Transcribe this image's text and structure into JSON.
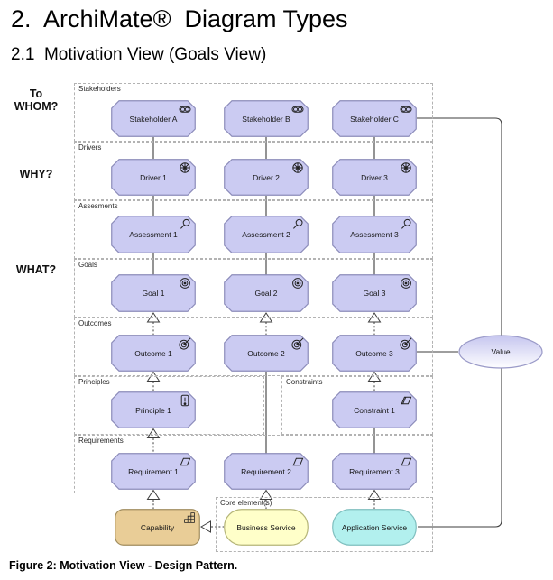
{
  "page": {
    "title": "2.  ArchiMate®  Diagram Types",
    "subtitle": "2.1  Motivation View (Goals View)",
    "caption": "Figure 2: Motivation View - Design Pattern."
  },
  "questions": {
    "whom_line1": "To",
    "whom_line2": "WHOM?",
    "why": "WHY?",
    "what": "WHAT?"
  },
  "diagram": {
    "group_labels": [
      "Stakeholders",
      "Drivers",
      "Assesments",
      "Goals",
      "Outcomes",
      "Principles",
      "Constraints",
      "Requirements",
      "Core element(s)"
    ],
    "nodes": [
      {
        "id": "stakeholder-a",
        "label": "Stakeholder A",
        "icon": "role-icon",
        "kind": "motivation"
      },
      {
        "id": "stakeholder-b",
        "label": "Stakeholder B",
        "icon": "role-icon",
        "kind": "motivation"
      },
      {
        "id": "stakeholder-c",
        "label": "Stakeholder C",
        "icon": "role-icon",
        "kind": "motivation"
      },
      {
        "id": "driver-1",
        "label": "Driver 1",
        "icon": "driver-wheel-icon",
        "kind": "motivation"
      },
      {
        "id": "driver-2",
        "label": "Driver 2",
        "icon": "driver-wheel-icon",
        "kind": "motivation"
      },
      {
        "id": "driver-3",
        "label": "Driver 3",
        "icon": "driver-wheel-icon",
        "kind": "motivation"
      },
      {
        "id": "assessment-1",
        "label": "Assessment 1",
        "icon": "magnifier-icon",
        "kind": "motivation"
      },
      {
        "id": "assessment-2",
        "label": "Assessment 2",
        "icon": "magnifier-icon",
        "kind": "motivation"
      },
      {
        "id": "assessment-3",
        "label": "Assessment 3",
        "icon": "magnifier-icon",
        "kind": "motivation"
      },
      {
        "id": "goal-1",
        "label": "Goal 1",
        "icon": "bullseye-icon",
        "kind": "motivation"
      },
      {
        "id": "goal-2",
        "label": "Goal 2",
        "icon": "bullseye-icon",
        "kind": "motivation"
      },
      {
        "id": "goal-3",
        "label": "Goal 3",
        "icon": "bullseye-icon",
        "kind": "motivation"
      },
      {
        "id": "outcome-1",
        "label": "Outcome 1",
        "icon": "target-arrow-icon",
        "kind": "motivation"
      },
      {
        "id": "outcome-2",
        "label": "Outcome 2",
        "icon": "target-arrow-icon",
        "kind": "motivation"
      },
      {
        "id": "outcome-3",
        "label": "Outcome 3",
        "icon": "target-arrow-icon",
        "kind": "motivation"
      },
      {
        "id": "principle-1",
        "label": "Principle 1",
        "icon": "exclamation-box-icon",
        "kind": "motivation"
      },
      {
        "id": "constraint-1",
        "label": "Constraint 1",
        "icon": "constraint-parallelogram-icon",
        "kind": "motivation"
      },
      {
        "id": "requirement-1",
        "label": "Requirement 1",
        "icon": "parallelogram-icon",
        "kind": "motivation"
      },
      {
        "id": "requirement-2",
        "label": "Requirement 2",
        "icon": "parallelogram-icon",
        "kind": "motivation"
      },
      {
        "id": "requirement-3",
        "label": "Requirement 3",
        "icon": "parallelogram-icon",
        "kind": "motivation"
      },
      {
        "id": "capability",
        "label": "Capability",
        "icon": "capability-blocks-icon",
        "kind": "capability"
      },
      {
        "id": "business-service",
        "label": "Business Service",
        "icon": "",
        "kind": "business-service"
      },
      {
        "id": "application-service",
        "label": "Application Service",
        "icon": "",
        "kind": "application-service"
      },
      {
        "id": "value",
        "label": "Value",
        "icon": "",
        "kind": "value"
      }
    ],
    "relationships": [
      {
        "from": "stakeholder-a",
        "to": "driver-1",
        "type": "association"
      },
      {
        "from": "stakeholder-b",
        "to": "driver-2",
        "type": "association"
      },
      {
        "from": "stakeholder-c",
        "to": "driver-3",
        "type": "association"
      },
      {
        "from": "driver-1",
        "to": "assessment-1",
        "type": "association"
      },
      {
        "from": "driver-2",
        "to": "assessment-2",
        "type": "association"
      },
      {
        "from": "driver-3",
        "to": "assessment-3",
        "type": "association"
      },
      {
        "from": "assessment-1",
        "to": "goal-1",
        "type": "association"
      },
      {
        "from": "assessment-2",
        "to": "goal-2",
        "type": "association"
      },
      {
        "from": "assessment-3",
        "to": "goal-3",
        "type": "association"
      },
      {
        "from": "outcome-1",
        "to": "goal-1",
        "type": "realization"
      },
      {
        "from": "outcome-2",
        "to": "goal-2",
        "type": "realization"
      },
      {
        "from": "outcome-3",
        "to": "goal-3",
        "type": "realization"
      },
      {
        "from": "principle-1",
        "to": "outcome-1",
        "type": "realization"
      },
      {
        "from": "constraint-1",
        "to": "outcome-3",
        "type": "realization"
      },
      {
        "from": "outcome-2",
        "to": "requirement-2",
        "type": "association"
      },
      {
        "from": "constraint-1",
        "to": "requirement-3",
        "type": "association"
      },
      {
        "from": "requirement-1",
        "to": "principle-1",
        "type": "realization"
      },
      {
        "from": "capability",
        "to": "requirement-1",
        "type": "realization"
      },
      {
        "from": "business-service",
        "to": "requirement-2",
        "type": "realization"
      },
      {
        "from": "application-service",
        "to": "requirement-3",
        "type": "realization"
      },
      {
        "from": "business-service",
        "to": "capability",
        "type": "realization"
      },
      {
        "from": "outcome-3",
        "to": "value",
        "type": "association"
      },
      {
        "from": "stakeholder-c",
        "to": "value",
        "type": "association"
      },
      {
        "from": "value",
        "to": "application-service",
        "type": "association"
      }
    ],
    "colors": {
      "motivation_fill": "#cbcbf2",
      "motivation_border": "#8c8cba",
      "capability_fill": "#e9cd97",
      "capability_border": "#a08c5d",
      "business_service_fill": "#ffffc9",
      "application_service_fill": "#b2f0ee",
      "value_border": "#9a9ac8"
    }
  }
}
